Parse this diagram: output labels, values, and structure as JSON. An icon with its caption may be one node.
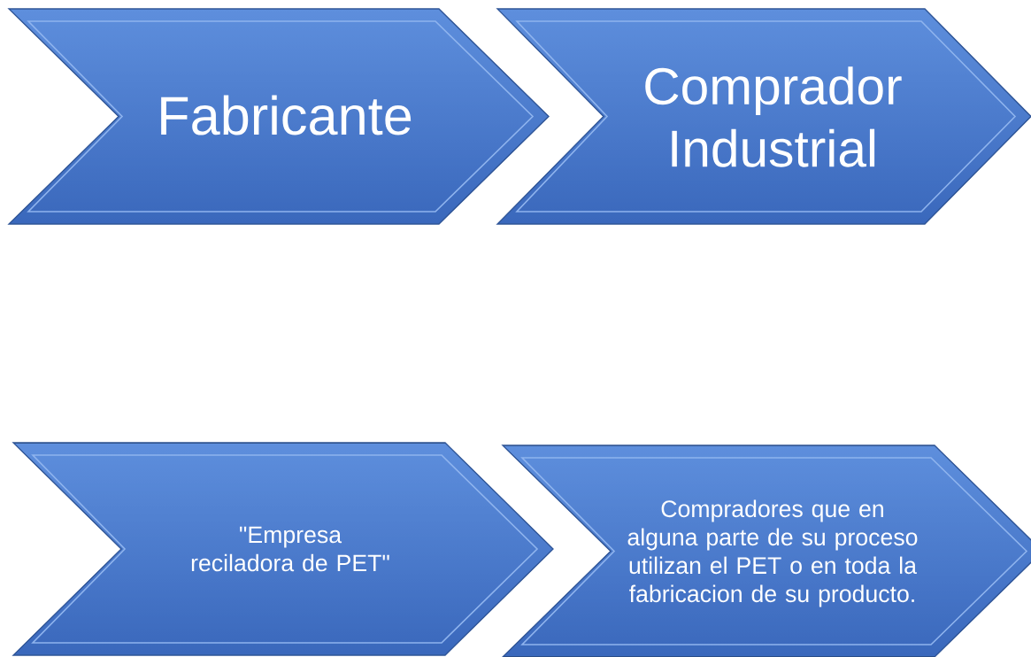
{
  "diagram": {
    "nodes": [
      {
        "text": [
          "Fabricante"
        ]
      },
      {
        "text": [
          "Comprador Industrial"
        ]
      },
      {
        "text": [
          "\"Empresa reciladora de PET\""
        ]
      },
      {
        "text": [
          "Compradores que en alguna parte de su proceso utilizan el PET o en toda la fabricacion de su producto."
        ]
      }
    ]
  }
}
